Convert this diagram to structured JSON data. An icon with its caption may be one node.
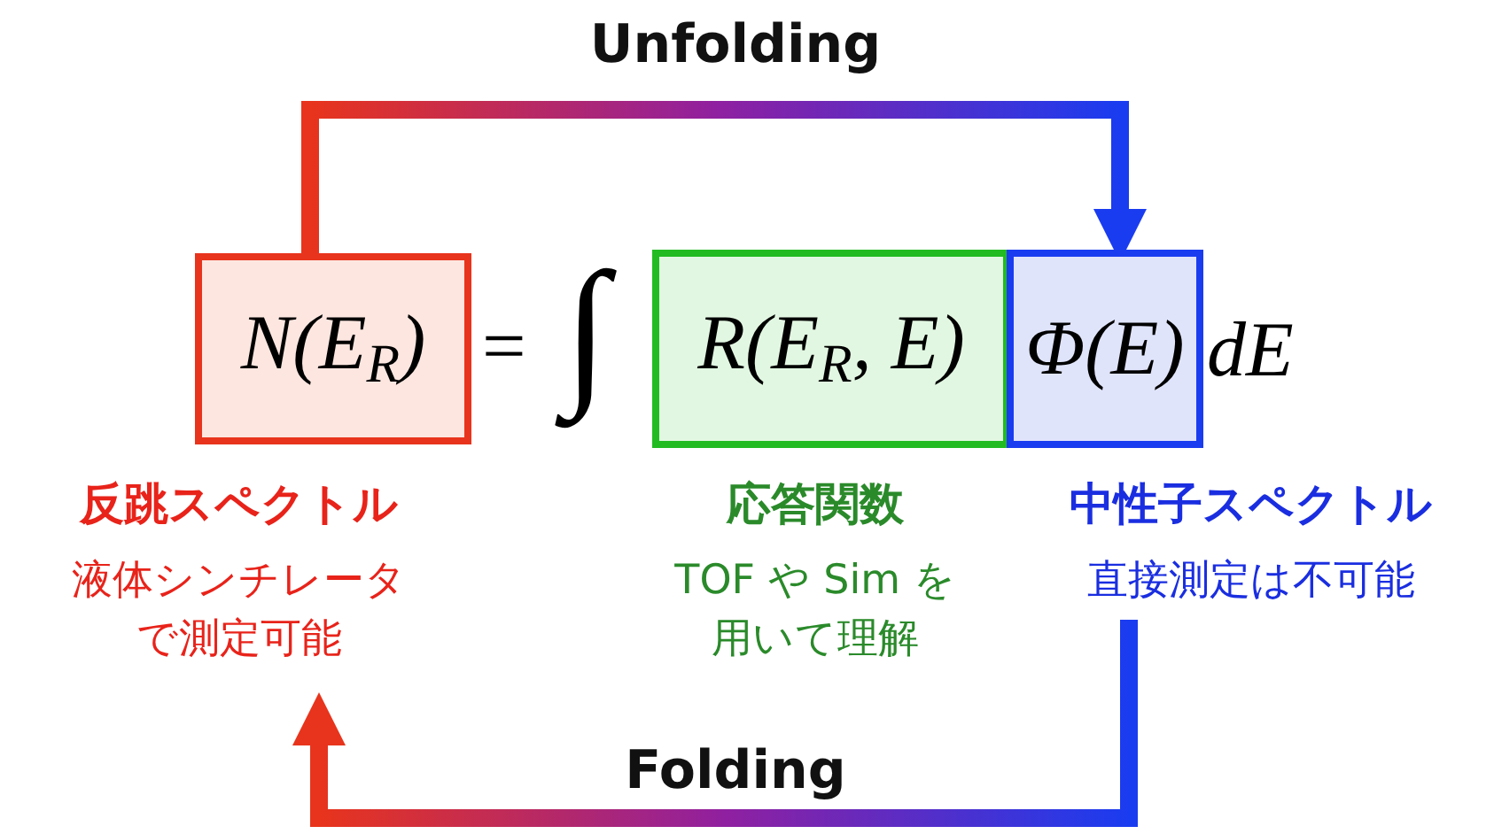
{
  "diagram": {
    "nodes": [
      {
        "text": [
          "N(E$_{R}$)"
        ],
        "beside": [
          "反跳スペクトル",
          "液体シンチレータで測定可能"
        ]
      },
      {
        "text": [
          "R(E$_{R}$, E)"
        ],
        "beside": [
          "応答関数",
          "TOF や Sim を用いて理解"
        ]
      },
      {
        "text": [
          "Φ(E)"
        ],
        "beside": [
          "中性子スペクトル",
          "直接測定は不可能"
        ]
      }
    ],
    "edges": [
      {
        "from": 0,
        "to": 2,
        "arrow": "to",
        "label": "Unfolding",
        "style": "thick"
      },
      {
        "from": 2,
        "to": 0,
        "arrow": "to",
        "label": "Folding",
        "style": "thick"
      }
    ],
    "labels": [
      "=",
      "∫",
      "dE"
    ]
  }
}
